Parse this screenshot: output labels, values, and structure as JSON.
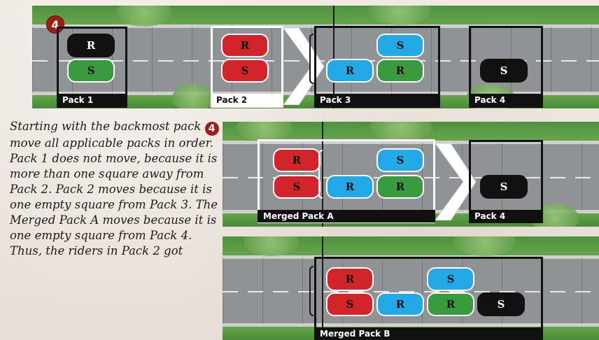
{
  "step_badge": "4",
  "chip_letters": {
    "rider": "R",
    "sprinter": "S"
  },
  "panel1": {
    "pack1": {
      "label": "Pack 1",
      "chips": [
        {
          "color": "black",
          "letter": "R"
        },
        {
          "color": "green",
          "letter": "S"
        }
      ]
    },
    "pack2": {
      "label": "Pack 2",
      "chips": [
        {
          "color": "red",
          "letter": "R"
        },
        {
          "color": "red",
          "letter": "S"
        }
      ]
    },
    "pack3": {
      "label": "Pack 3",
      "chips": [
        {
          "color": "blue",
          "letter": "S"
        },
        {
          "color": "blue",
          "letter": "R"
        },
        {
          "color": "green",
          "letter": "R"
        }
      ]
    },
    "pack4": {
      "label": "Pack 4",
      "chips": [
        {
          "color": "black",
          "letter": "S"
        }
      ]
    }
  },
  "panel2": {
    "merged_a": {
      "label": "Merged Pack A"
    },
    "pack4": {
      "label": "Pack 4"
    }
  },
  "panel3": {
    "merged_b": {
      "label": "Merged Pack B"
    }
  },
  "caption": {
    "line1_pre": "Starting with the backmost pack",
    "line1_post": "move all applicable packs in order.",
    "para2": "Pack 1 does not move, because it is more than one square away from Pack 2. Pack 2 moves because it is one empty square from Pack 3.  The Merged Pack A moves because it is one empty square from Pack 4.",
    "para3": "Thus, the riders in Pack 2 got"
  },
  "colors": {
    "black": "#111111",
    "green": "#3a9a3f",
    "red": "#d2252b",
    "blue": "#23a9e6",
    "badge": "#a11d17"
  }
}
